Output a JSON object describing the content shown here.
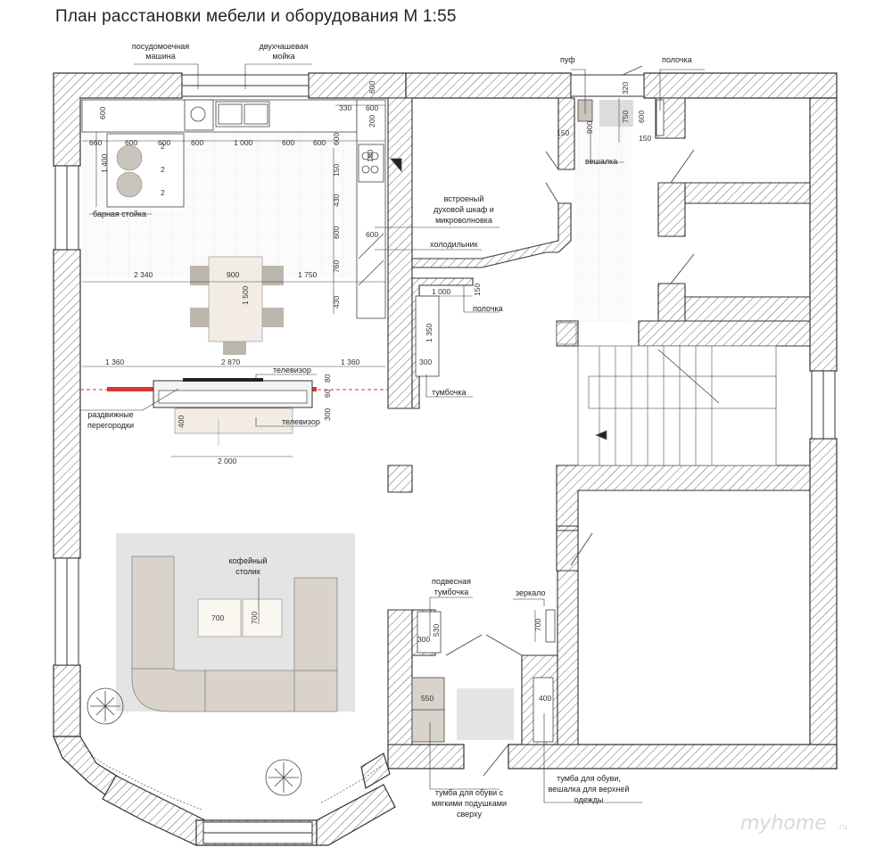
{
  "title": "План расстановки мебели и оборудования   М 1:55",
  "labels": {
    "dishwasher": [
      "посудомоечная",
      "машина"
    ],
    "sink": [
      "двухчашевая",
      "мойка"
    ],
    "pouf": "пуф",
    "shelf_top": "полочка",
    "hanger": "вешалка",
    "bar_counter": "барная стойка",
    "oven": [
      "встроеный",
      "духовой шкаф и",
      "микроволновка"
    ],
    "fridge": "холодильник",
    "shelf_mid": "полочка",
    "cabinet": "тумбочка",
    "tv1": "телевизор",
    "tv2": "телевизор",
    "partitions": [
      "раздвижные",
      "перегородки"
    ],
    "coffee_table": [
      "кофейный",
      "столик"
    ],
    "hanging_cabinet": [
      "подвесная",
      "тумбочка"
    ],
    "mirror": "зеркало",
    "shoe_cushion": [
      "тумба для обуви с",
      "мягкими подушками",
      "сверху"
    ],
    "shoe_hanger": [
      "тумба для обуви,",
      "вешалка для верхней",
      "одежды"
    ]
  },
  "dims": {
    "d600_left": "600",
    "row": [
      "660",
      "600",
      "600",
      "600",
      "1 000",
      "600",
      "600",
      "600"
    ],
    "d1400": "1 400",
    "mark2": [
      "2",
      "2",
      "2"
    ],
    "d330": "330",
    "d600_a": "600",
    "d600_v": "600",
    "d200": "200",
    "d150a": "150",
    "d150b": "150",
    "d430a": "430",
    "d600b": "600",
    "d600c": "600",
    "d760": "760",
    "d430b": "430",
    "d2340": "2 340",
    "d900": "900",
    "d1750": "1 750",
    "d1500": "1 500",
    "d1000": "1 000",
    "d150c": "150",
    "d1350": "1 350",
    "d300a": "300",
    "d1360a": "1 360",
    "d2870": "2 870",
    "d1360b": "1 360",
    "d80": "80",
    "d60": "60",
    "d400a": "400",
    "d300b": "300",
    "d2000": "2 000",
    "d700a": "700",
    "d700b": "700",
    "d300c": "300",
    "d530": "530",
    "d550": "550",
    "d700c": "700",
    "d400b": "400",
    "d320": "320",
    "d750": "750",
    "d600d": "600",
    "d150d": "150",
    "d900b": "900",
    "d150e": "150"
  },
  "watermark": "myhome",
  "watermark_suffix": ".ru"
}
